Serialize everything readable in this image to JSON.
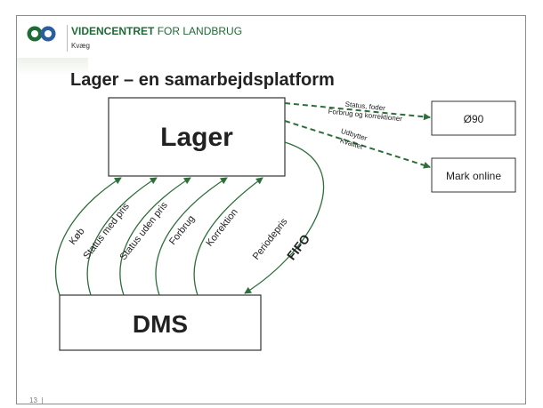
{
  "header": {
    "org_name_bold": "VIDENCENTRET",
    "org_name_rest": "FOR LANDBRUG",
    "department": "Kvæg"
  },
  "slide": {
    "title": "Lager – en samarbejdsplatform",
    "page_number": "13",
    "page_separator": "|"
  },
  "diagram": {
    "nodes": {
      "lager": "Lager",
      "dms": "DMS",
      "o90": "Ø90",
      "mark_online": "Mark online"
    },
    "flows_to_lager": [
      "Køb",
      "Status med pris",
      "Status uden pris",
      "Forbrug",
      "Korrektion"
    ],
    "flow_from_lager": "Periodepris",
    "fifo_label": "FIFO",
    "o90_edge_labels": [
      "Status, foder",
      "Forbrug og korrektioner"
    ],
    "mark_edge_labels": [
      "Udbytter",
      "Kvalitet"
    ]
  },
  "colors": {
    "arrow_green": "#2e6e3a",
    "brand_green": "#1f6b35",
    "logo_blue": "#2c5d9e"
  }
}
